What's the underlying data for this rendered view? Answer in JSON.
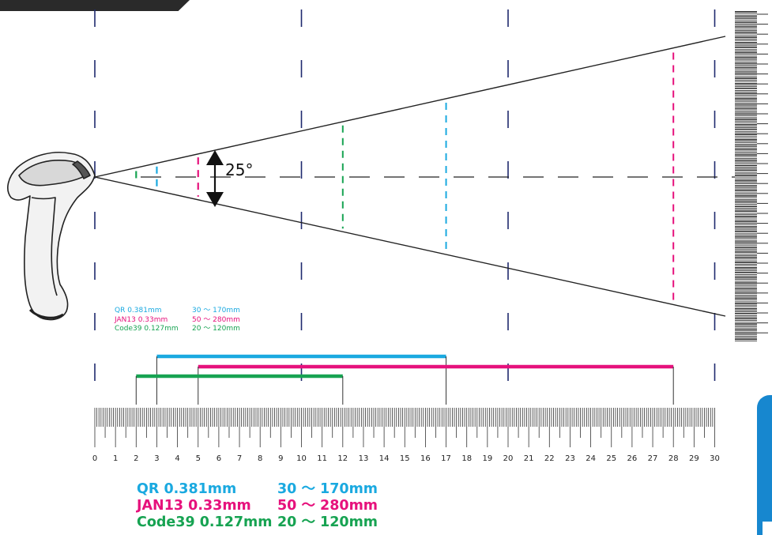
{
  "angle_label": "25°",
  "ruler": {
    "ticks": [
      "0",
      "1",
      "2",
      "3",
      "4",
      "5",
      "6",
      "7",
      "8",
      "9",
      "10",
      "11",
      "12",
      "13",
      "14",
      "15",
      "16",
      "17",
      "18",
      "19",
      "20",
      "21",
      "22",
      "23",
      "24",
      "25",
      "26",
      "27",
      "28",
      "29",
      "30"
    ]
  },
  "codes": [
    {
      "name": "QR 0.381mm",
      "range_text": "30 〜 170mm",
      "min_cm": 3,
      "max_cm": 17,
      "color": "#1aa9e0"
    },
    {
      "name": "JAN13 0.33mm",
      "range_text": "50 〜 280mm",
      "min_cm": 5,
      "max_cm": 28,
      "color": "#e6117c"
    },
    {
      "name": "Code39 0.127mm",
      "range_text": "20 〜 120mm",
      "min_cm": 2,
      "max_cm": 12,
      "color": "#17a352"
    }
  ],
  "colors": {
    "guide": "#1f2a6e",
    "line": "#222222",
    "qr": "#1aa9e0",
    "jan": "#e6117c",
    "code39": "#17a352"
  },
  "icons": [
    "barcode-scanner-icon",
    "barcode-icon",
    "double-arrow-icon"
  ]
}
